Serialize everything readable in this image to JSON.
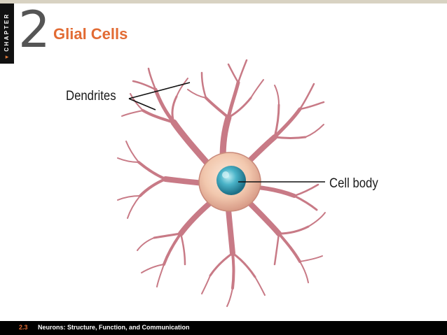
{
  "header": {
    "chapter_word": "CHAPTER",
    "chapter_number": "2",
    "title": "Glial Cells"
  },
  "figure": {
    "labels": {
      "dendrites": "Dendrites",
      "cell_body": "Cell body"
    },
    "colors": {
      "dendrite": "#c87a86",
      "cell_body": "#f2c8ae",
      "nucleus": "#4ab3c8",
      "line": "#111111"
    }
  },
  "footer": {
    "section_number": "2.3",
    "section_title": "Neurons: Structure, Function, and Communication"
  },
  "theme": {
    "accent": "#e26b33",
    "footer_bg": "#000000",
    "top_rule": "#d8d2c2"
  }
}
